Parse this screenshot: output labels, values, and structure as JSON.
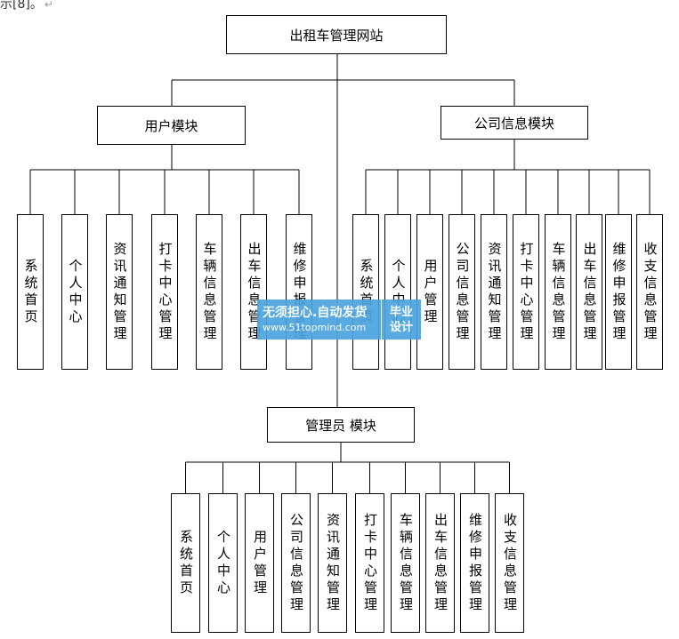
{
  "fragment": {
    "text": "示[8]。",
    "mark": "↵"
  },
  "root": "出租车管理网站",
  "modules": {
    "user": "用户模块",
    "company": "公司信息模块",
    "admin": "管理员 模块"
  },
  "user_items": [
    "系统首页",
    "个人中心",
    "资讯通知管理",
    "打卡中心管理",
    "车辆信息管理",
    "出车信息管理",
    "维修申报管理"
  ],
  "company_items": [
    "系统首页",
    "个人中心",
    "用户管理",
    "公司信息管理",
    "资讯通知管理",
    "打卡中心管理",
    "车辆信息管理",
    "出车信息管理",
    "维修申报管理",
    "收支信息管理"
  ],
  "admin_items": [
    "系统首页",
    "个人中心",
    "用户管理",
    "公司信息管理",
    "资讯通知管理",
    "打卡中心管理",
    "车辆信息管理",
    "出车信息管理",
    "维修申报管理",
    "收支信息管理"
  ],
  "watermark": {
    "line1": "无须担心.自动发货",
    "line2": "www.51topmind.com",
    "tag1": "毕业",
    "tag2": "设计"
  }
}
